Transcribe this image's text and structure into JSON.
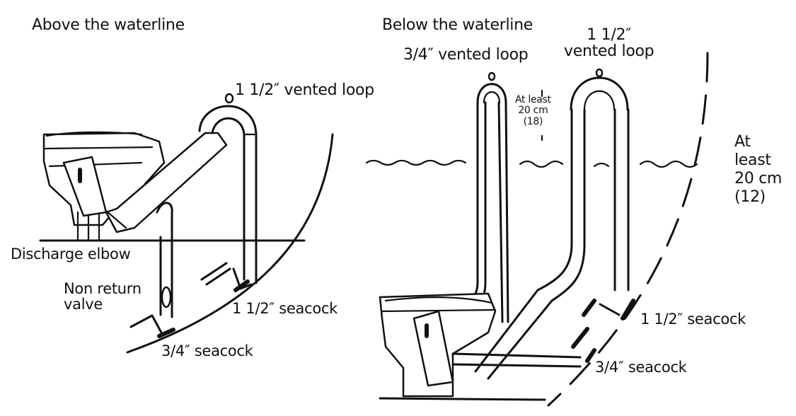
{
  "left_panel": {
    "title": "Above the waterline",
    "vented_loop": "1 1/2″ vented loop",
    "discharge_elbow": "Discharge elbow",
    "non_return_valve": "Non return\nvalve",
    "seacock_large": "1 1/2″ seacock",
    "seacock_small": "3/4″ seacock"
  },
  "right_panel": {
    "title": "Below the waterline",
    "vented_loop_small": "3/4″ vented loop",
    "vented_loop_large": "1 1/2″\nvented loop",
    "height_note_inner": "At least\n20 cm\n(18)",
    "height_note_outer": "At\nleast\n20 cm\n(12)",
    "seacock_large": "1 1/2″ seacock",
    "seacock_small": "3/4″ seacock"
  }
}
